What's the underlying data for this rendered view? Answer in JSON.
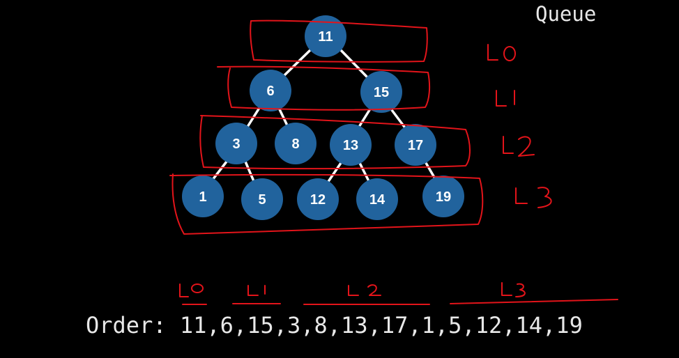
{
  "title": "Queue",
  "order_label": "Order:",
  "order_values": "11,6,15,3,8,13,17,1,5,12,14,19",
  "level_labels": [
    "L0",
    "L1",
    "L2",
    "L3"
  ],
  "nodes": [
    "11",
    "6",
    "15",
    "3",
    "8",
    "13",
    "17",
    "1",
    "5",
    "12",
    "14",
    "19"
  ],
  "colors": {
    "node": "#21639d",
    "annotation": "#e3141a",
    "edge": "#ffffff",
    "background": "#000000"
  }
}
